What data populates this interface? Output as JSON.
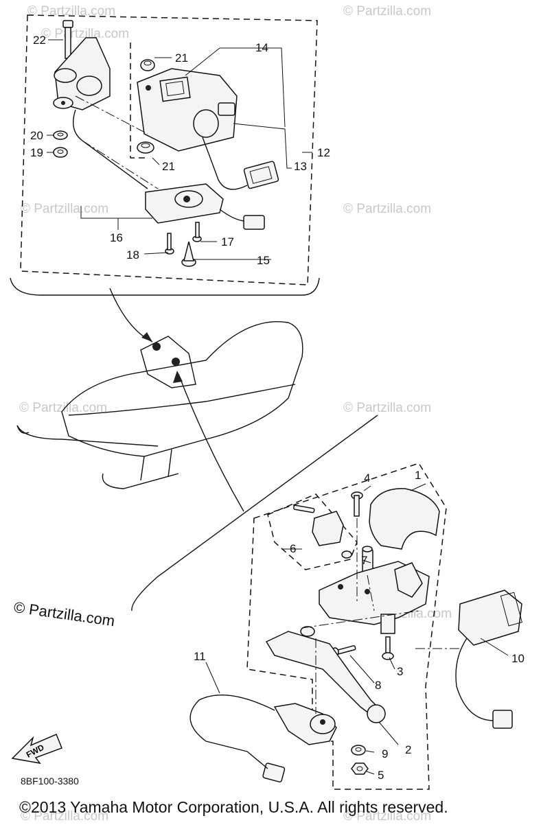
{
  "diagram": {
    "watermark_text": "© Partzilla.com",
    "watermark_large": "© Partzilla.com",
    "document_code": "8BF100-3380",
    "direction_label": "FWD",
    "copyright": "©2013 Yamaha Motor Corporation, U.S.A. All rights reserved."
  },
  "callouts": [
    "1",
    "2",
    "3",
    "4",
    "5",
    "6",
    "7",
    "8",
    "9",
    "10",
    "11",
    "12",
    "13",
    "14",
    "15",
    "16",
    "17",
    "18",
    "19",
    "20",
    "21",
    "21",
    "22"
  ]
}
